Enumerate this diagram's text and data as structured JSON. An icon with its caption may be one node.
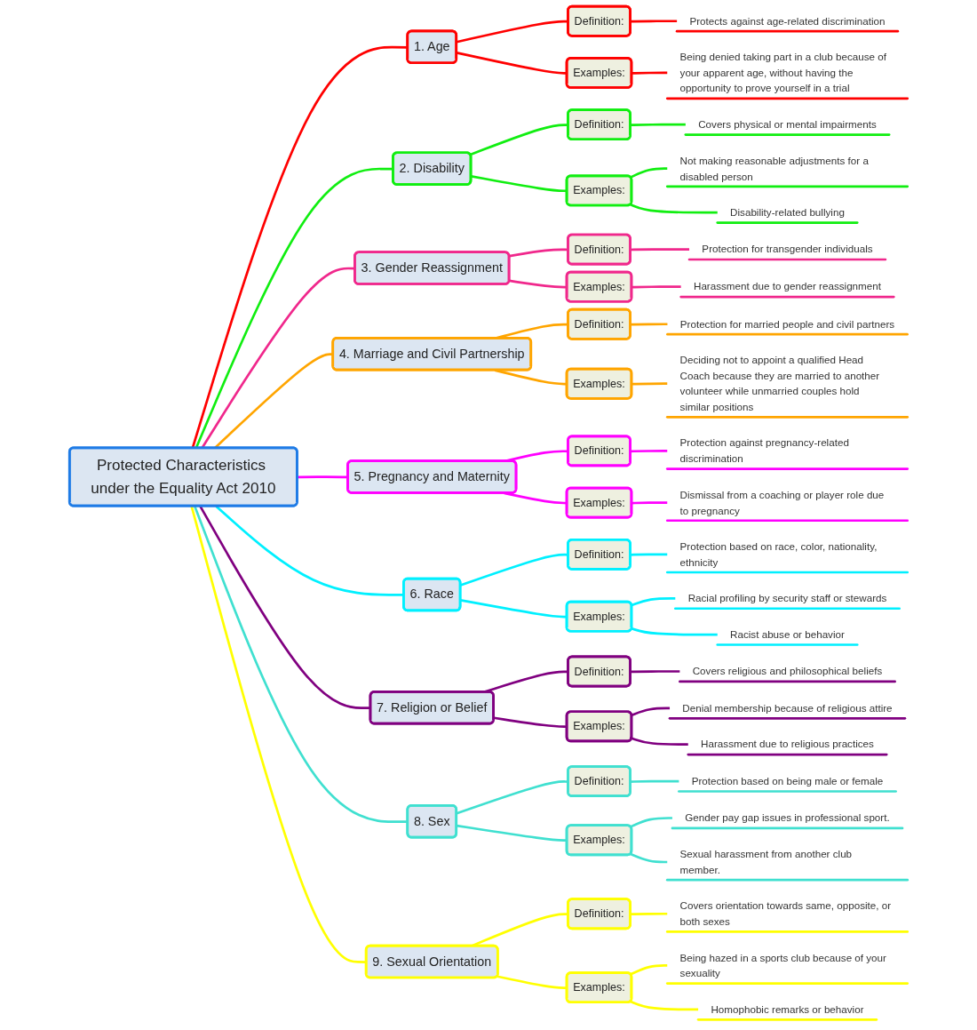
{
  "diagram": {
    "nodes": [
      {
        "text": [
          "Protected Characteristics under the Equality Act 2010"
        ]
      },
      {
        "text": [
          "1. Age"
        ]
      },
      {
        "text": [
          "Definition:"
        ]
      },
      {
        "text": [
          "Protects against age-related discrimination"
        ]
      },
      {
        "text": [
          "Examples:"
        ]
      },
      {
        "text": [
          "Being denied taking part in a club because of your apparent age, without having the opportunity to prove yourself in a trial"
        ]
      },
      {
        "text": [
          "2. Disability"
        ]
      },
      {
        "text": [
          "Definition:"
        ]
      },
      {
        "text": [
          "Covers physical or mental impairments"
        ]
      },
      {
        "text": [
          "Examples:"
        ]
      },
      {
        "text": [
          "Not making reasonable adjustments for a disabled person"
        ]
      },
      {
        "text": [
          "Disability-related bullying"
        ]
      },
      {
        "text": [
          "3. Gender Reassignment"
        ]
      },
      {
        "text": [
          "Definition:"
        ]
      },
      {
        "text": [
          "Protection for transgender individuals"
        ]
      },
      {
        "text": [
          "Examples:"
        ]
      },
      {
        "text": [
          "Harassment due to gender reassignment"
        ]
      },
      {
        "text": [
          "4. Marriage and Civil Partnership"
        ]
      },
      {
        "text": [
          "Definition:"
        ]
      },
      {
        "text": [
          "Protection for married people and civil partners"
        ]
      },
      {
        "text": [
          "Examples:"
        ]
      },
      {
        "text": [
          "Deciding not to appoint a qualified Head Coach because they are married to another volunteer while unmarried couples hold similar positions"
        ]
      },
      {
        "text": [
          "5. Pregnancy and Maternity"
        ]
      },
      {
        "text": [
          "Definition:"
        ]
      },
      {
        "text": [
          "Protection against pregnancy-related discrimination"
        ]
      },
      {
        "text": [
          "Examples:"
        ]
      },
      {
        "text": [
          "Dismissal from a coaching or player role due to pregnancy"
        ]
      },
      {
        "text": [
          "6. Race"
        ]
      },
      {
        "text": [
          "Definition:"
        ]
      },
      {
        "text": [
          "Protection based on race, color, nationality, ethnicity"
        ]
      },
      {
        "text": [
          "Examples:"
        ]
      },
      {
        "text": [
          "Racial profiling by security staff or stewards"
        ]
      },
      {
        "text": [
          "Racist abuse or behavior"
        ]
      },
      {
        "text": [
          "7. Religion or Belief"
        ]
      },
      {
        "text": [
          "Definition:"
        ]
      },
      {
        "text": [
          "Covers religious and philosophical beliefs"
        ]
      },
      {
        "text": [
          "Examples:"
        ]
      },
      {
        "text": [
          "Denial membership because of religious attire"
        ]
      },
      {
        "text": [
          "Harassment due to religious practices"
        ]
      },
      {
        "text": [
          "8. Sex"
        ]
      },
      {
        "text": [
          "Definition:"
        ]
      },
      {
        "text": [
          "Protection based on being male or female"
        ]
      },
      {
        "text": [
          "Examples:"
        ]
      },
      {
        "text": [
          "Gender pay gap issues in professional sport."
        ]
      },
      {
        "text": [
          "Sexual harassment from another club member."
        ]
      },
      {
        "text": [
          "9. Sexual Orientation"
        ]
      },
      {
        "text": [
          "Definition:"
        ]
      },
      {
        "text": [
          "Covers orientation towards same, opposite, or both sexes"
        ]
      },
      {
        "text": [
          "Examples:"
        ]
      },
      {
        "text": [
          "Being hazed in a sports club because of your sexuality"
        ]
      },
      {
        "text": [
          "Homophobic remarks or behavior"
        ]
      }
    ],
    "edges": [
      {
        "from": 0,
        "to": 1,
        "arrow": "none",
        "color": "#ff0000"
      },
      {
        "from": 1,
        "to": 2,
        "arrow": "none",
        "color": "#ff0000"
      },
      {
        "from": 2,
        "to": 3,
        "arrow": "none",
        "color": "#ff0000"
      },
      {
        "from": 1,
        "to": 4,
        "arrow": "none",
        "color": "#ff0000"
      },
      {
        "from": 4,
        "to": 5,
        "arrow": "none",
        "color": "#ff0000"
      },
      {
        "from": 0,
        "to": 6,
        "arrow": "none",
        "color": "#11ee11"
      },
      {
        "from": 6,
        "to": 7,
        "arrow": "none",
        "color": "#11ee11"
      },
      {
        "from": 7,
        "to": 8,
        "arrow": "none",
        "color": "#11ee11"
      },
      {
        "from": 6,
        "to": 9,
        "arrow": "none",
        "color": "#11ee11"
      },
      {
        "from": 9,
        "to": 10,
        "arrow": "none",
        "color": "#11ee11"
      },
      {
        "from": 9,
        "to": 11,
        "arrow": "none",
        "color": "#11ee11"
      },
      {
        "from": 0,
        "to": 12,
        "arrow": "none",
        "color": "#f0288c"
      },
      {
        "from": 12,
        "to": 13,
        "arrow": "none",
        "color": "#f0288c"
      },
      {
        "from": 13,
        "to": 14,
        "arrow": "none",
        "color": "#f0288c"
      },
      {
        "from": 12,
        "to": 15,
        "arrow": "none",
        "color": "#f0288c"
      },
      {
        "from": 15,
        "to": 16,
        "arrow": "none",
        "color": "#f0288c"
      },
      {
        "from": 0,
        "to": 17,
        "arrow": "none",
        "color": "#ffa500"
      },
      {
        "from": 17,
        "to": 18,
        "arrow": "none",
        "color": "#ffa500"
      },
      {
        "from": 18,
        "to": 19,
        "arrow": "none",
        "color": "#ffa500"
      },
      {
        "from": 17,
        "to": 20,
        "arrow": "none",
        "color": "#ffa500"
      },
      {
        "from": 20,
        "to": 21,
        "arrow": "none",
        "color": "#ffa500"
      },
      {
        "from": 0,
        "to": 22,
        "arrow": "none",
        "color": "#ff00ff"
      },
      {
        "from": 22,
        "to": 23,
        "arrow": "none",
        "color": "#ff00ff"
      },
      {
        "from": 23,
        "to": 24,
        "arrow": "none",
        "color": "#ff00ff"
      },
      {
        "from": 22,
        "to": 25,
        "arrow": "none",
        "color": "#ff00ff"
      },
      {
        "from": 25,
        "to": 26,
        "arrow": "none",
        "color": "#ff00ff"
      },
      {
        "from": 0,
        "to": 27,
        "arrow": "none",
        "color": "#00f0ff"
      },
      {
        "from": 27,
        "to": 28,
        "arrow": "none",
        "color": "#00f0ff"
      },
      {
        "from": 28,
        "to": 29,
        "arrow": "none",
        "color": "#00f0ff"
      },
      {
        "from": 27,
        "to": 30,
        "arrow": "none",
        "color": "#00f0ff"
      },
      {
        "from": 30,
        "to": 31,
        "arrow": "none",
        "color": "#00f0ff"
      },
      {
        "from": 30,
        "to": 32,
        "arrow": "none",
        "color": "#00f0ff"
      },
      {
        "from": 0,
        "to": 33,
        "arrow": "none",
        "color": "#800080"
      },
      {
        "from": 33,
        "to": 34,
        "arrow": "none",
        "color": "#800080"
      },
      {
        "from": 34,
        "to": 35,
        "arrow": "none",
        "color": "#800080"
      },
      {
        "from": 33,
        "to": 36,
        "arrow": "none",
        "color": "#800080"
      },
      {
        "from": 36,
        "to": 37,
        "arrow": "none",
        "color": "#800080"
      },
      {
        "from": 36,
        "to": 38,
        "arrow": "none",
        "color": "#800080"
      },
      {
        "from": 0,
        "to": 39,
        "arrow": "none",
        "color": "#40e0d0"
      },
      {
        "from": 39,
        "to": 40,
        "arrow": "none",
        "color": "#40e0d0"
      },
      {
        "from": 40,
        "to": 41,
        "arrow": "none",
        "color": "#40e0d0"
      },
      {
        "from": 39,
        "to": 42,
        "arrow": "none",
        "color": "#40e0d0"
      },
      {
        "from": 42,
        "to": 43,
        "arrow": "none",
        "color": "#40e0d0"
      },
      {
        "from": 42,
        "to": 44,
        "arrow": "none",
        "color": "#40e0d0"
      },
      {
        "from": 0,
        "to": 45,
        "arrow": "none",
        "color": "#ffff00"
      },
      {
        "from": 45,
        "to": 46,
        "arrow": "none",
        "color": "#ffff00"
      },
      {
        "from": 46,
        "to": 47,
        "arrow": "none",
        "color": "#ffff00"
      },
      {
        "from": 45,
        "to": 48,
        "arrow": "none",
        "color": "#ffff00"
      },
      {
        "from": 48,
        "to": 49,
        "arrow": "none",
        "color": "#ffff00"
      },
      {
        "from": 48,
        "to": 50,
        "arrow": "none",
        "color": "#ffff00"
      }
    ]
  }
}
